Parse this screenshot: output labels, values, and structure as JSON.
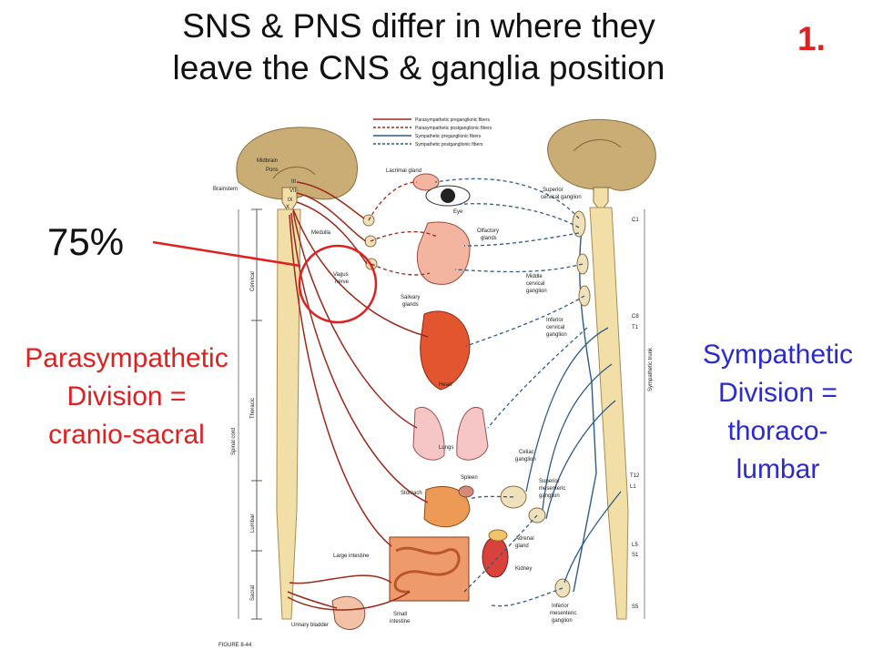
{
  "title": {
    "line1": "SNS & PNS differ in where they",
    "line2": "leave the CNS & ganglia position"
  },
  "slide_number": "1.",
  "annotation": {
    "percent": "75%"
  },
  "parasympathetic": {
    "line1": "Parasympathetic",
    "line2": "Division =",
    "line3": "cranio-sacral"
  },
  "sympathetic": {
    "line1": "Sympathetic",
    "line2": "Division =",
    "line3": "thoraco-",
    "line4": "lumbar"
  },
  "legend": [
    "Parasympathetic preganglionic fibers",
    "Parasympathetic postganglionic fibers",
    "Sympathetic preganglionic fibers",
    "Sympathetic postganglionic fibers"
  ],
  "labels": {
    "midbrain": "Midbrain",
    "pons": "Pons",
    "brainstem": "Brainstem",
    "medulla": "Medulla",
    "cn3": "III",
    "cn7": "VII",
    "cn9": "IX",
    "cn10": "X",
    "vagus_line1": "Vagus",
    "vagus_line2": "nerve",
    "lacrimal": "Lacrimal gland",
    "eye": "Eye",
    "olfactory_line1": "Olfactory",
    "olfactory_line2": "glands",
    "salivary_line1": "Salivary",
    "salivary_line2": "glands",
    "superior_cervical_line1": "Superior",
    "superior_cervical_line2": "cervical ganglion",
    "middle_cervical_line1": "Middle",
    "middle_cervical_line2": "cervical",
    "middle_cervical_line3": "ganglion",
    "inferior_cervical_line1": "Inferior",
    "inferior_cervical_line2": "cervical",
    "inferior_cervical_line3": "ganglion",
    "heart": "Heart",
    "lungs": "Lungs",
    "celiac_line1": "Celiac",
    "celiac_line2": "ganglion",
    "spleen": "Spleen",
    "stomach": "Stomach",
    "sup_mes_line1": "Superior",
    "sup_mes_line2": "mesenteric",
    "sup_mes_line3": "ganglion",
    "adrenal_line1": "Adrenal",
    "adrenal_line2": "gland",
    "kidney": "Kidney",
    "large_intestine": "Large intestine",
    "small_intestine_line1": "Small",
    "small_intestine_line2": "intestine",
    "urinary_bladder": "Urinary bladder",
    "inf_mes_line1": "Inferior",
    "inf_mes_line2": "mesenteric",
    "inf_mes_line3": "ganglion",
    "spinal_cord": "Spinal cord",
    "cervical": "Cervical",
    "thoracic": "Thoracic",
    "lumbar": "Lumbar",
    "sacral": "Sacral",
    "sympathetic_trunk": "Sympathetic trunk",
    "c1": "C1",
    "c8": "C8",
    "t1": "T1",
    "t12": "T12",
    "l1": "L1",
    "l5": "L5",
    "s1": "S1",
    "s5": "S5"
  },
  "figure_caption": "FIGURE 8-44",
  "colors": {
    "red_text": "#e01f1f",
    "blue_text": "#2a2ad0",
    "parasympathetic_fiber": "#9b2a1a",
    "sympathetic_fiber": "#2f5c86",
    "spinal_cord": "#f2dfa8",
    "brain": "#c9ad74"
  }
}
